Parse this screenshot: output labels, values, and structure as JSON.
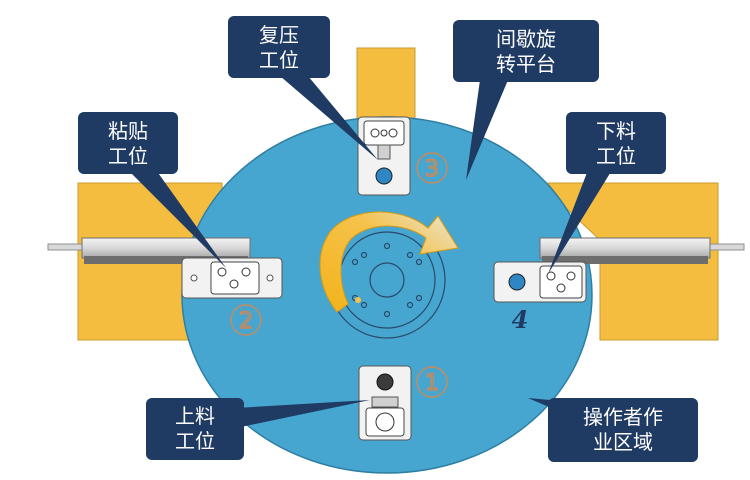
{
  "labels": {
    "top_station": [
      "复压",
      "工位"
    ],
    "platform": [
      "间歇旋",
      "转平台"
    ],
    "left_station": [
      "粘贴",
      "工位"
    ],
    "right_station": [
      "下料",
      "工位"
    ],
    "bottom_station": [
      "上料",
      "工位"
    ],
    "operator_area": [
      "操作者作",
      "业区域"
    ]
  },
  "station_numbers": {
    "one": "1",
    "two": "2",
    "three": "3",
    "four": "4"
  },
  "colors": {
    "platform": "#46a6cf",
    "callout": "#1f3a63",
    "frame": "#f5bd3f",
    "arrow": "#f5b41c"
  }
}
